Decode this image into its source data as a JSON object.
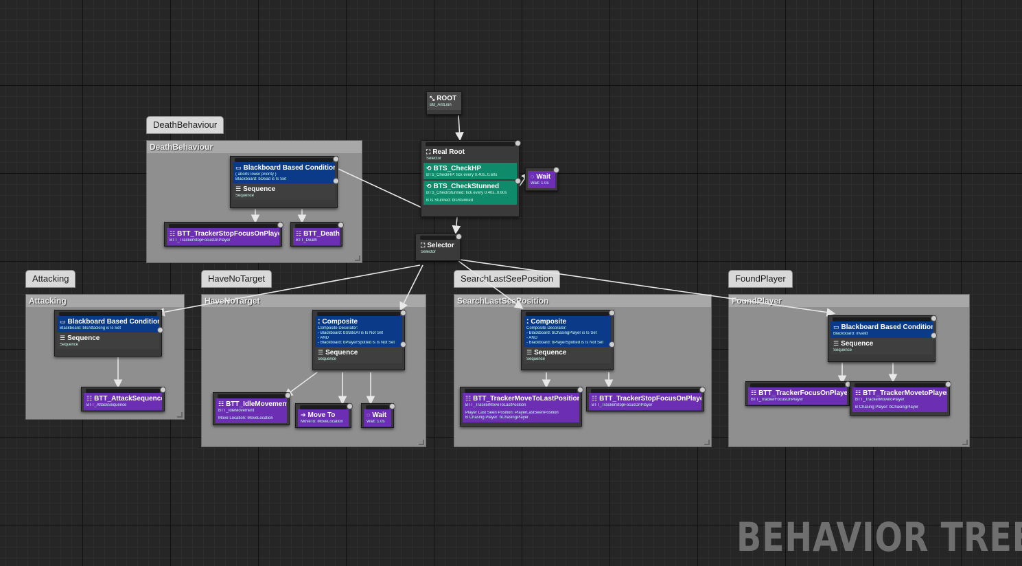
{
  "watermark": "BEHAVIOR TREE",
  "colors": {
    "decorator": "#0b3b88",
    "service": "#0f8a6a",
    "task": "#6c2fb4",
    "composite": "#3f3f3f",
    "comment": "#8f8f8f"
  },
  "comments": {
    "death": {
      "tab": "DeathBehaviour",
      "header": "DeathBehaviour"
    },
    "attacking": {
      "tab": "Attacking",
      "header": "Attacking"
    },
    "havenotarget": {
      "tab": "HaveNoTarget",
      "header": "HaveNoTarget"
    },
    "searchlast": {
      "tab": "SearchLastSeePosition",
      "header": "SearchLastSeePosition"
    },
    "foundplayer": {
      "tab": "FoundPlayer",
      "header": "FoundPlayer"
    }
  },
  "root": {
    "title": "ROOT",
    "sub": "BB_AntLion"
  },
  "realroot": {
    "title": "Real Root",
    "sub": "Selector",
    "svc1": {
      "title": "BTS_CheckHP",
      "sub": "BTS_CheckHP: tick every 0.40s..0.60s"
    },
    "svc2": {
      "title": "BTS_CheckStunned",
      "sub": "BTS_CheckStunned: tick every 0.40s..0.60s",
      "sub2": "B Is Stunned: bIsStunned"
    }
  },
  "wait_top": {
    "title": "Wait",
    "sub": "Wait: 1.0s"
  },
  "selector": {
    "title": "Selector",
    "sub": "Selector"
  },
  "death": {
    "deco": {
      "title": "Blackboard Based Condition",
      "sub1": "( aborts lower priority )",
      "sub2": "Blackboard: bDead is Is Set"
    },
    "seq": {
      "title": "Sequence",
      "sub": "Sequence"
    },
    "task1": {
      "title": "BTT_TrackerStopFocusOnPlayer",
      "sub": "BTT_TrackerStopFocusOnPlayer"
    },
    "task2": {
      "title": "BTT_Death",
      "sub": "BTT_Death"
    }
  },
  "attacking": {
    "deco": {
      "title": "Blackboard Based Condition",
      "sub1": "Blackboard: bIsAttacking is Is Set"
    },
    "seq": {
      "title": "Sequence",
      "sub": "Sequence"
    },
    "task1": {
      "title": "BTT_AttackSequence",
      "sub": "BTT_AttackSequence"
    }
  },
  "havenotarget": {
    "deco": {
      "title": "Composite",
      "sub1": "Composite Decorator:",
      "sub2": "- Blackboard: bStaticAI is Is Not Set",
      "sub3": "- AND",
      "sub4": "- Blackboard: bPlayerSpotted is Is Not Set"
    },
    "seq": {
      "title": "Sequence",
      "sub": "Sequence"
    },
    "task1": {
      "title": "BTT_IdleMovement",
      "sub": "BTT_IdleMovement",
      "sub2": "Move Location: MoveLocation"
    },
    "task2": {
      "title": "Move To",
      "sub": "MoveTo: MoveLocation"
    },
    "task3": {
      "title": "Wait",
      "sub": "Wait: 1.0s"
    }
  },
  "searchlast": {
    "deco": {
      "title": "Composite",
      "sub1": "Composite Decorator:",
      "sub2": "- Blackboard: bChasingPlayer is Is Set",
      "sub3": "- AND",
      "sub4": "- Blackboard: bPlayerSpotted is Is Not Set"
    },
    "seq": {
      "title": "Sequence",
      "sub": "Sequence"
    },
    "task1": {
      "title": "BTT_TrackerMoveToLastPosition",
      "sub": "BTT_TrackerMoveToLastPosition",
      "sub2": "Player Last Seen Position: PlayerLastSeenPosition",
      "sub3": "B Chasing Player: bChasingPlayer"
    },
    "task2": {
      "title": "BTT_TrackerStopFocusOnPlayer",
      "sub": "BTT_TrackerStopFocusOnPlayer"
    }
  },
  "foundplayer": {
    "deco": {
      "title": "Blackboard Based Condition",
      "sub1": "Blackboard: invalid"
    },
    "seq": {
      "title": "Sequence",
      "sub": "Sequence"
    },
    "task1": {
      "title": "BTT_TrackerFocusOnPlayer",
      "sub": "BTT_TrackerFocusOnPlayer"
    },
    "task2": {
      "title": "BTT_TrackerMovetoPlayer",
      "sub": "BTT_TrackerMovetoPlayer",
      "sub2": "B Chasing Player: bChasingPlayer"
    }
  }
}
